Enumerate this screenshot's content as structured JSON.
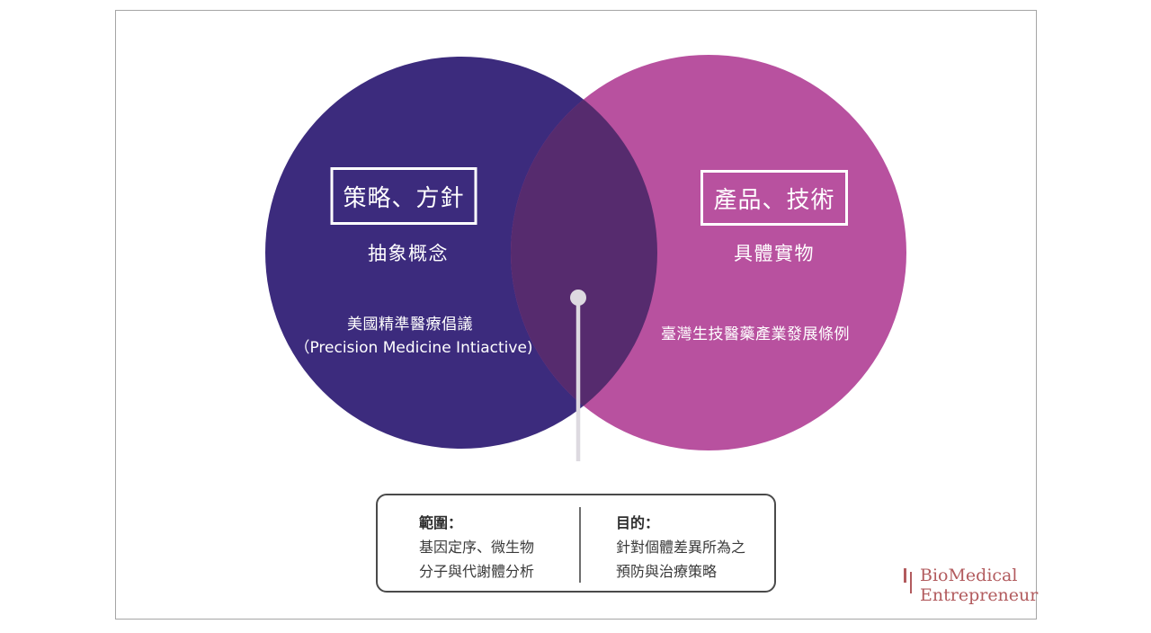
{
  "venn": {
    "left": {
      "color": "#3c2b7d",
      "title": "策略、方針",
      "subtitle": "抽象概念",
      "detail_line1": "美國精準醫療倡議",
      "detail_line2": "（Precision Medicine Intiactive)"
    },
    "right": {
      "color": "#b8519f",
      "title": "產品、技術",
      "subtitle": "具體實物",
      "detail_line1": "臺灣生技醫藥產業發展條例"
    },
    "overlap_color": "#562b6e",
    "connector_color": "#ddd9e0"
  },
  "callout": {
    "scope": {
      "heading": "範圍：",
      "line1": "基因定序、微生物",
      "line2": "分子與代謝體分析"
    },
    "purpose": {
      "heading": "目的：",
      "line1": "針對個體差異所為之",
      "line2": "預防與治療策略"
    }
  },
  "logo": {
    "name_line1": "BioMedical",
    "name_line2": "Entrepreneur",
    "color": "#b25b5e"
  }
}
